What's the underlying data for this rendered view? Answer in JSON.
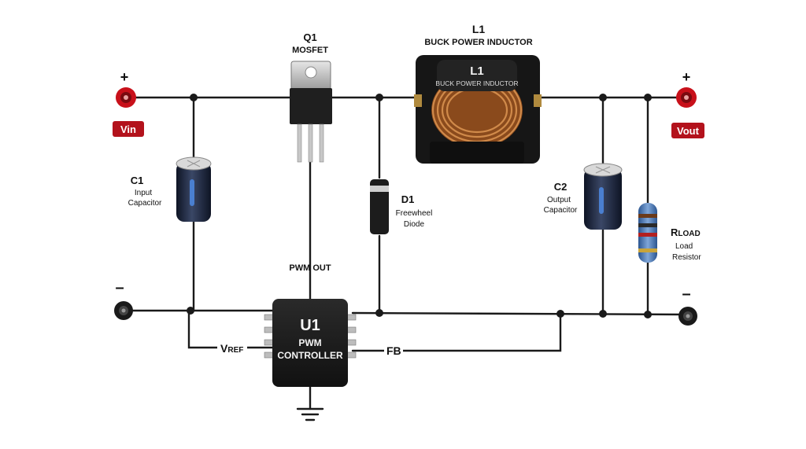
{
  "terminals": {
    "vin": {
      "polarity": "+",
      "label": "Vin"
    },
    "vout": {
      "polarity": "+",
      "label": "Vout"
    },
    "gnd_left": {
      "polarity": "–"
    },
    "gnd_right": {
      "polarity": "–"
    }
  },
  "components": {
    "q1": {
      "ref": "Q1",
      "name": "MOSFET"
    },
    "l1": {
      "ref": "L1",
      "name": "BUCK POWER INDUCTOR",
      "body_ref": "L1",
      "body_name": "BUCK POWER INDUCTOR"
    },
    "c1": {
      "ref": "C1",
      "line1": "Input",
      "line2": "Capacitor"
    },
    "d1": {
      "ref": "D1",
      "line1": "Freewheel",
      "line2": "Diode"
    },
    "c2": {
      "ref": "C2",
      "line1": "Output",
      "line2": "Capacitor"
    },
    "rload": {
      "ref_main": "R",
      "ref_sub": "LOAD",
      "line1": "Load",
      "line2": "Resistor"
    },
    "u1": {
      "ref": "U1",
      "line1": "PWM",
      "line2": "CONTROLLER"
    }
  },
  "signals": {
    "pwm_out": "PWM OUT",
    "vref_main": "V",
    "vref_sub": "REF",
    "fb": "FB"
  },
  "colors": {
    "wire": "#1a1a1a",
    "terminal_red": "#c8101a",
    "label_badge": "#b3121c",
    "copper": "#b5652a",
    "chip": "#1c1c1c",
    "cap_sleeve": "#1f2a44",
    "resistor_body": "#4a78b8"
  }
}
